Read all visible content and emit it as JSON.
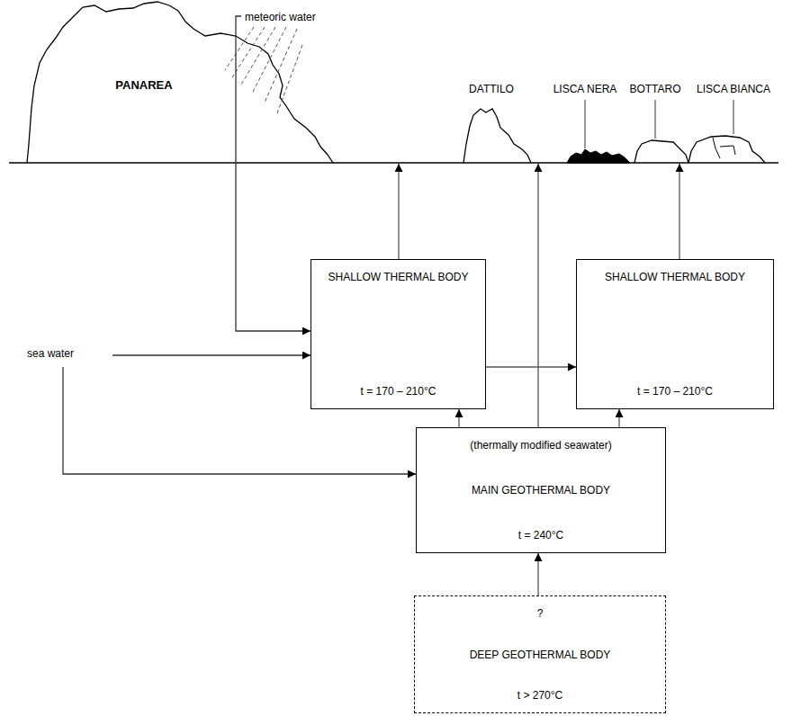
{
  "diagram": {
    "nodes": [
      {
        "text": [
          "SHALLOW THERMAL BODY",
          "t = 170 – 210°C"
        ]
      },
      {
        "text": [
          "SHALLOW THERMAL BODY",
          "t = 170 – 210°C"
        ]
      },
      {
        "text": [
          "(thermally modified seawater)",
          "MAIN GEOTHERMAL BODY",
          "t = 240°C"
        ]
      },
      {
        "text": [
          "?",
          "DEEP GEOTHERMAL BODY",
          "t > 270°C"
        ]
      }
    ],
    "edges": [
      {
        "from": 0,
        "to": 1,
        "arrow": "to"
      },
      {
        "from": 2,
        "to": 0,
        "arrow": "to"
      },
      {
        "from": 2,
        "to": 1,
        "arrow": "to"
      },
      {
        "from": 3,
        "to": 2,
        "arrow": "to"
      }
    ],
    "labels": [
      "meteoric water",
      "PANAREA",
      "DATTILO",
      "LISCA NERA",
      "BOTTARO",
      "LISCA BIANCA",
      "sea water"
    ]
  }
}
